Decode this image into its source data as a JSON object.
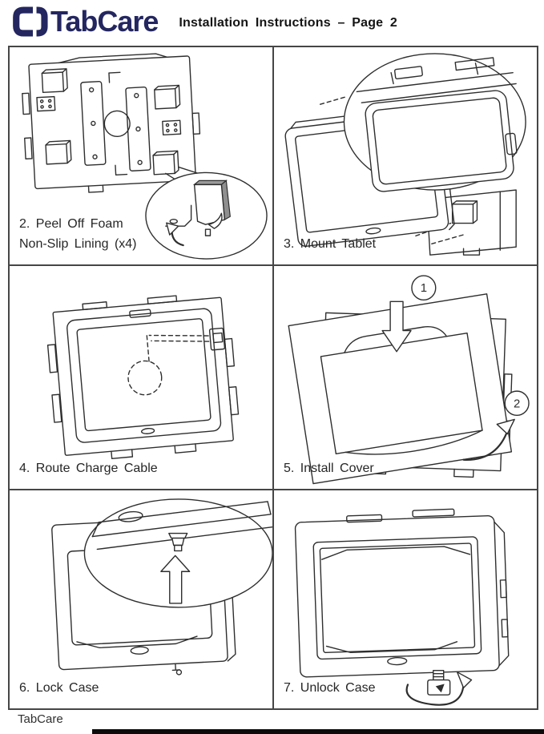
{
  "header": {
    "logo": {
      "brand": "TabCare"
    },
    "title": "Installation Instructions – Page 2"
  },
  "panels": [
    {
      "id": "peel-foam",
      "caption_line1": "2. Peel Off Foam",
      "caption_line2": "Non-Slip Lining (x4)"
    },
    {
      "id": "mount-tablet",
      "caption": "3. Mount Tablet"
    },
    {
      "id": "route-cable",
      "caption": "4. Route Charge Cable"
    },
    {
      "id": "install-cover",
      "caption": "5. Install Cover",
      "markers": {
        "first": "1",
        "second": "2"
      }
    },
    {
      "id": "lock-case",
      "caption": "6. Lock Case"
    },
    {
      "id": "unlock-case",
      "caption": "7. Unlock Case"
    }
  ],
  "footer": {
    "brand": "TabCare"
  },
  "colors": {
    "logo_navy": "#23265f",
    "line_color": "#2e2e2e",
    "border_color": "#464646"
  }
}
